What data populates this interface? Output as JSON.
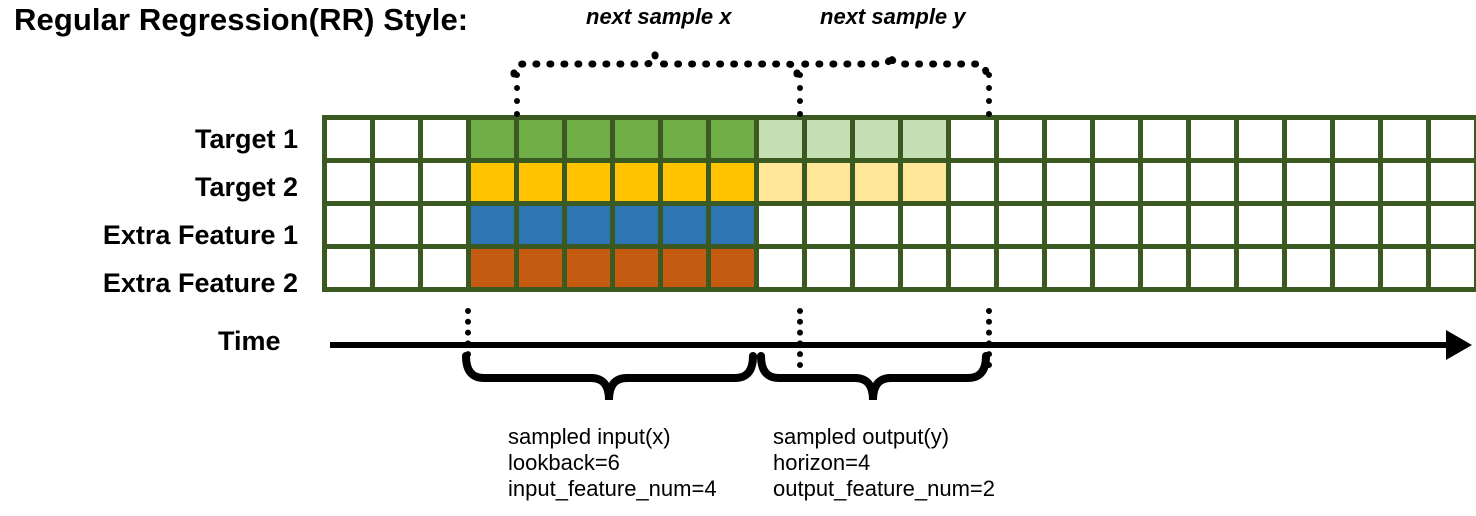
{
  "title": "Regular Regression(RR) Style:",
  "rows": [
    {
      "label": "Target 1"
    },
    {
      "label": "Target 2"
    },
    {
      "label": "Extra Feature 1"
    },
    {
      "label": "Extra Feature 2"
    }
  ],
  "axis": {
    "time_label": "Time",
    "arrow_icon": "arrow-right-icon"
  },
  "annotations": {
    "top": [
      {
        "text": "next sample x"
      },
      {
        "text": "next sample y"
      }
    ],
    "bottom": [
      {
        "lines": [
          "sampled input(x)",
          "lookback=6",
          "input_feature_num=4"
        ]
      },
      {
        "lines": [
          "sampled output(y)",
          "horizon=4",
          "output_feature_num=2"
        ]
      }
    ]
  },
  "colors": {
    "border": "#3A5A22",
    "green": "#6FAE46",
    "green_light": "#C5E0B4",
    "yellow": "#FFC300",
    "yellow_light": "#FFE699",
    "blue": "#2E75B6",
    "orange": "#C55A11",
    "empty": "#FFFFFF",
    "ink": "#000000"
  },
  "grid": {
    "columns": 24,
    "rows": 4,
    "input_start_col": 3,
    "input_end_col": 9,
    "output_start_col": 9,
    "output_end_col": 13,
    "cells": [
      [
        "e",
        "e",
        "e",
        "g",
        "g",
        "g",
        "g",
        "g",
        "g",
        "gl",
        "gl",
        "gl",
        "gl",
        "e",
        "e",
        "e",
        "e",
        "e",
        "e",
        "e",
        "e",
        "e",
        "e",
        "e"
      ],
      [
        "e",
        "e",
        "e",
        "y",
        "y",
        "y",
        "y",
        "y",
        "y",
        "yl",
        "yl",
        "yl",
        "yl",
        "e",
        "e",
        "e",
        "e",
        "e",
        "e",
        "e",
        "e",
        "e",
        "e",
        "e"
      ],
      [
        "e",
        "e",
        "e",
        "b",
        "b",
        "b",
        "b",
        "b",
        "b",
        "e",
        "e",
        "e",
        "e",
        "e",
        "e",
        "e",
        "e",
        "e",
        "e",
        "e",
        "e",
        "e",
        "e",
        "e"
      ],
      [
        "e",
        "e",
        "e",
        "o",
        "o",
        "o",
        "o",
        "o",
        "o",
        "e",
        "e",
        "e",
        "e",
        "e",
        "e",
        "e",
        "e",
        "e",
        "e",
        "e",
        "e",
        "e",
        "e",
        "e"
      ]
    ]
  }
}
